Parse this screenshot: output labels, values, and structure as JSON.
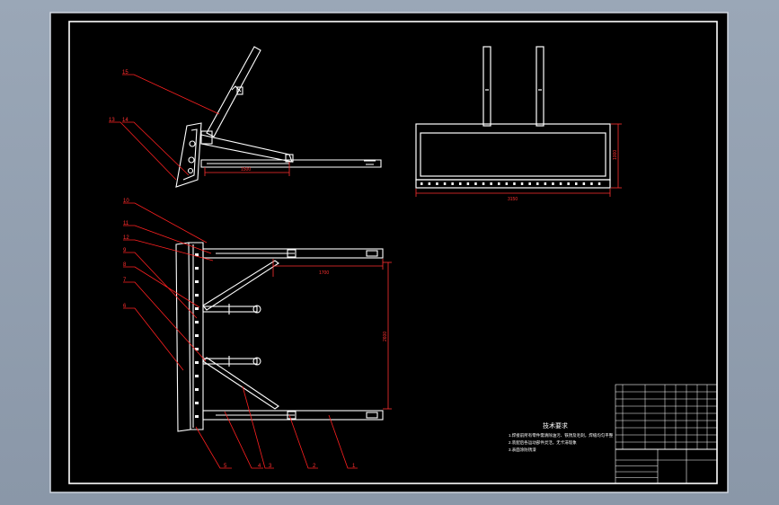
{
  "colors": {
    "background_outer": "#909eaf",
    "sheet": "#000000",
    "lines": "#ffffff",
    "leaders": "#ff2020",
    "dimensions": "#ff3030"
  },
  "callouts": {
    "c15": "15",
    "c13": "13",
    "c14": "14",
    "c10": "10",
    "c11": "11",
    "c12": "12",
    "c9": "9",
    "c8": "8",
    "c7": "7",
    "c6": "6",
    "c5": "5",
    "c4": "4",
    "c3": "3",
    "c2": "2",
    "c1": "1"
  },
  "dimensions": {
    "side_length": "1500",
    "front_width": "3150",
    "front_height": "1000",
    "plan_arm": "1700",
    "plan_spacing": "2600"
  },
  "notes": {
    "heading": "技术要求",
    "line1": "1.焊接前所有零件需清除油污、铁锈及毛刺，焊缝均匀平整",
    "line2": "2.装配后各运动部件灵活，无卡滞现象",
    "line3": "3.表面涂防锈漆"
  }
}
